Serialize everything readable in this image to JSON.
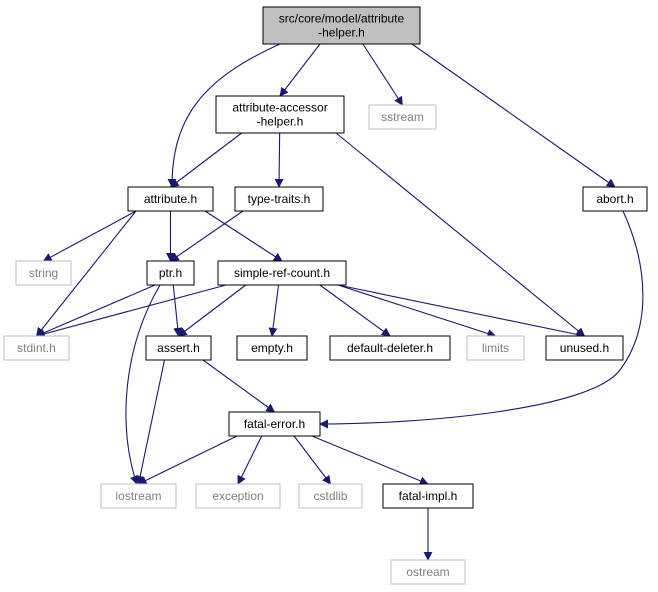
{
  "colors": {
    "edge": "#191970",
    "root_fill": "#bfbfbf",
    "node_border": "#000000",
    "system_border": "#bfbfbf",
    "system_text": "#7f7f7f",
    "text": "#000000"
  },
  "nodes": {
    "root": {
      "lines": [
        "src/core/model/attribute",
        "-helper.h"
      ],
      "kind": "root"
    },
    "accessor": {
      "lines": [
        "attribute-accessor",
        "-helper.h"
      ],
      "kind": "local"
    },
    "sstream": {
      "lines": [
        "sstream"
      ],
      "kind": "system"
    },
    "attribute": {
      "lines": [
        "attribute.h"
      ],
      "kind": "local"
    },
    "typetraits": {
      "lines": [
        "type-traits.h"
      ],
      "kind": "local"
    },
    "abort": {
      "lines": [
        "abort.h"
      ],
      "kind": "local"
    },
    "string": {
      "lines": [
        "string"
      ],
      "kind": "system"
    },
    "ptr": {
      "lines": [
        "ptr.h"
      ],
      "kind": "local"
    },
    "srefcount": {
      "lines": [
        "simple-ref-count.h"
      ],
      "kind": "local"
    },
    "stdint": {
      "lines": [
        "stdint.h"
      ],
      "kind": "system"
    },
    "assert": {
      "lines": [
        "assert.h"
      ],
      "kind": "local"
    },
    "empty": {
      "lines": [
        "empty.h"
      ],
      "kind": "local"
    },
    "deleter": {
      "lines": [
        "default-deleter.h"
      ],
      "kind": "local"
    },
    "limits": {
      "lines": [
        "limits"
      ],
      "kind": "system"
    },
    "unused": {
      "lines": [
        "unused.h"
      ],
      "kind": "local"
    },
    "fatalerror": {
      "lines": [
        "fatal-error.h"
      ],
      "kind": "local"
    },
    "iostream": {
      "lines": [
        "iostream"
      ],
      "kind": "system"
    },
    "exception": {
      "lines": [
        "exception"
      ],
      "kind": "system"
    },
    "cstdlib": {
      "lines": [
        "cstdlib"
      ],
      "kind": "system"
    },
    "fatalimpl": {
      "lines": [
        "fatal-impl.h"
      ],
      "kind": "local"
    },
    "ostream": {
      "lines": [
        "ostream"
      ],
      "kind": "system"
    }
  },
  "edges": [
    [
      "root",
      "attribute"
    ],
    [
      "root",
      "accessor"
    ],
    [
      "root",
      "sstream"
    ],
    [
      "root",
      "abort"
    ],
    [
      "accessor",
      "attribute"
    ],
    [
      "accessor",
      "typetraits"
    ],
    [
      "accessor",
      "unused"
    ],
    [
      "attribute",
      "string"
    ],
    [
      "attribute",
      "ptr"
    ],
    [
      "attribute",
      "srefcount"
    ],
    [
      "attribute",
      "stdint"
    ],
    [
      "typetraits",
      "ptr"
    ],
    [
      "abort",
      "fatalerror"
    ],
    [
      "ptr",
      "stdint"
    ],
    [
      "ptr",
      "assert"
    ],
    [
      "ptr",
      "iostream"
    ],
    [
      "srefcount",
      "stdint"
    ],
    [
      "srefcount",
      "assert"
    ],
    [
      "srefcount",
      "empty"
    ],
    [
      "srefcount",
      "deleter"
    ],
    [
      "srefcount",
      "limits"
    ],
    [
      "srefcount",
      "unused"
    ],
    [
      "assert",
      "fatalerror"
    ],
    [
      "assert",
      "iostream"
    ],
    [
      "fatalerror",
      "iostream"
    ],
    [
      "fatalerror",
      "exception"
    ],
    [
      "fatalerror",
      "cstdlib"
    ],
    [
      "fatalerror",
      "fatalimpl"
    ],
    [
      "fatalimpl",
      "ostream"
    ]
  ]
}
